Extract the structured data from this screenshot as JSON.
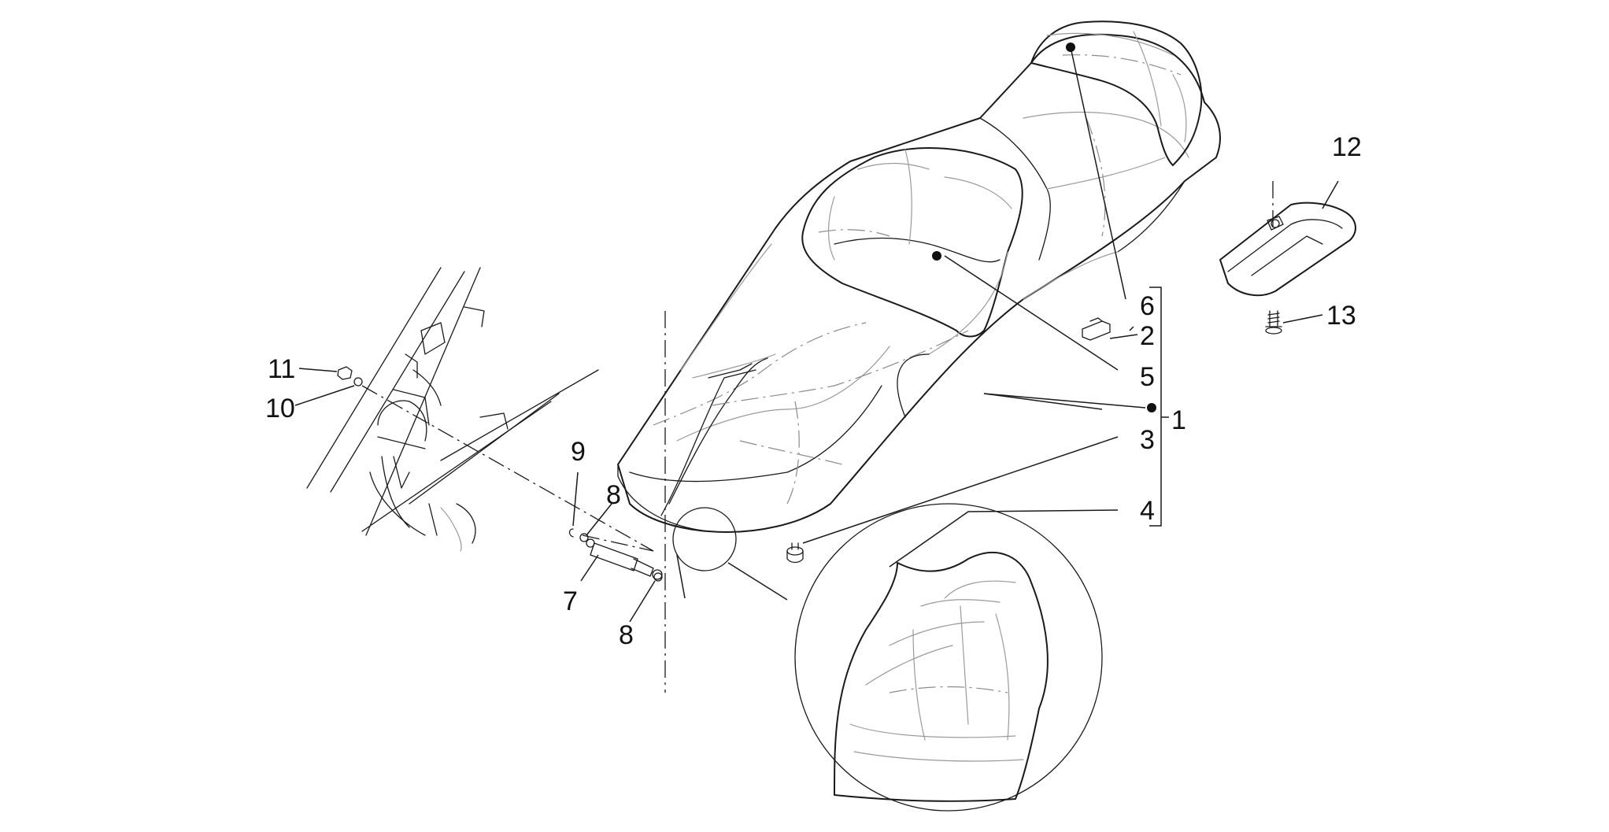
{
  "diagram": {
    "callouts": {
      "c1": "1",
      "c2": "2",
      "c3": "3",
      "c4": "4",
      "c5": "5",
      "c6": "6",
      "c7": "7",
      "c8a": "8",
      "c8b": "8",
      "c9": "9",
      "c10": "10",
      "c11": "11",
      "c12": "12",
      "c13": "13"
    }
  }
}
